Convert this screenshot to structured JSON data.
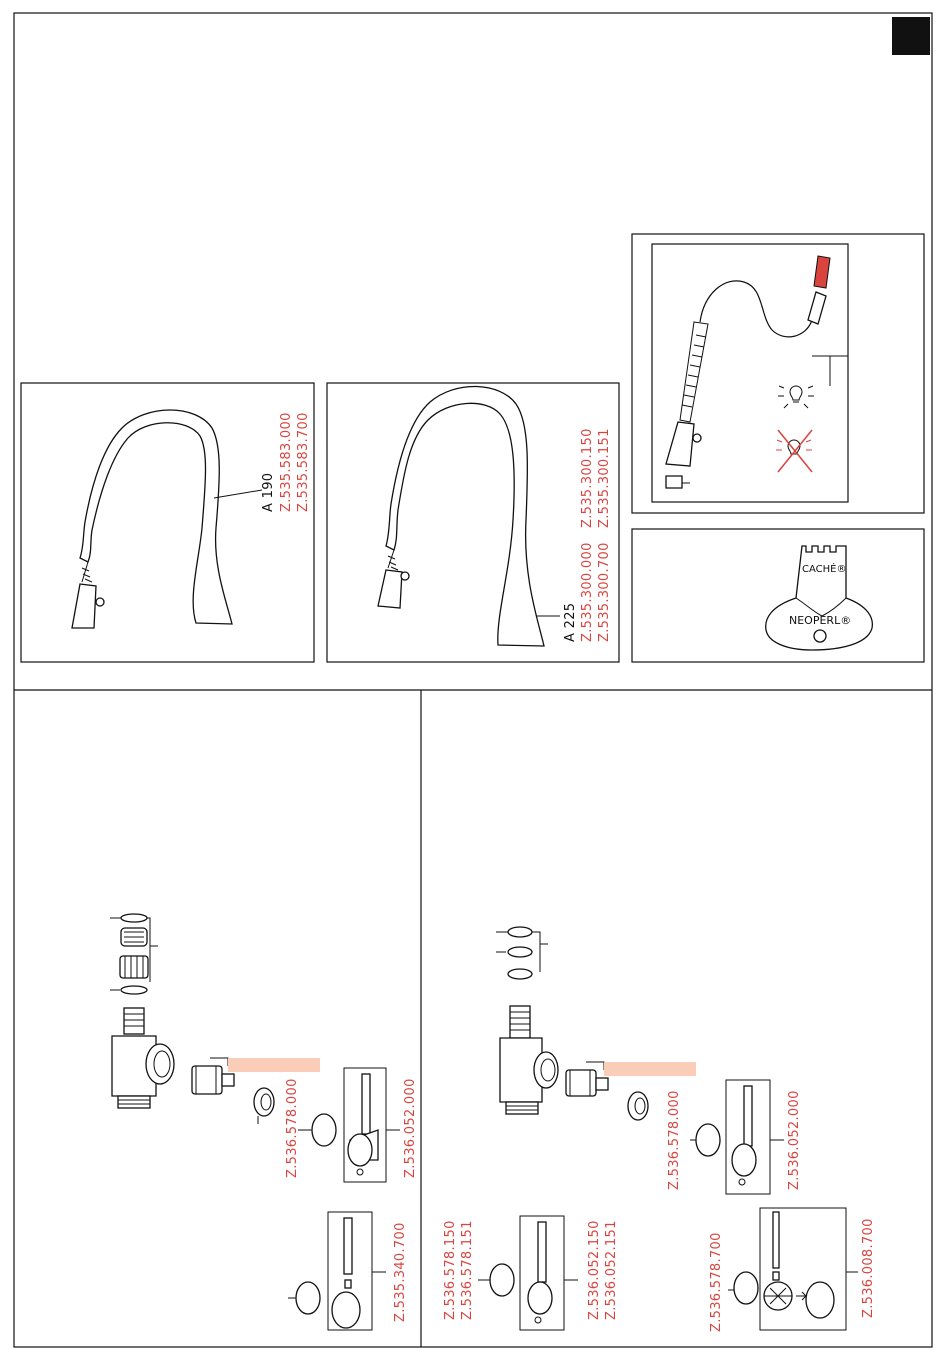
{
  "corner_tab": {
    "color": "#111111"
  },
  "spout_a190": {
    "model": "A 190",
    "codes": [
      "Z.535.583.000",
      "Z.535.583.700"
    ]
  },
  "spout_a225": {
    "model": "A 225",
    "codes_left": [
      "Z.535.300.000",
      "Z.535.300.700"
    ],
    "codes_right": [
      "Z.535.300.150",
      "Z.535.300.151"
    ]
  },
  "hose_panel": {
    "icons": [
      "light-bulb-icon",
      "light-bulb-crossed-icon"
    ],
    "accent_color": "#d9443f"
  },
  "aerator_key": {
    "top_text": "CACHÉ®",
    "bottom_text": "NEOPERL®"
  },
  "left_assembly": {
    "cartridge_code": "Z.536.578.000",
    "lever_code": "Z.536.052.000",
    "alt_handle_code": "Z.535.340.700",
    "highlight_color": "#f9cdb8"
  },
  "right_assembly": {
    "cartridge_code": "Z.536.578.000",
    "lever_code": "Z.536.052.000",
    "variant_a_cartridge_codes": [
      "Z.536.578.150",
      "Z.536.578.151"
    ],
    "variant_a_lever_codes": [
      "Z.536.052.150",
      "Z.536.052.151"
    ],
    "variant_b_cartridge_code": "Z.536.578.700",
    "variant_b_lever_code": "Z.536.008.700",
    "highlight_color": "#f9cdb8"
  },
  "colors": {
    "label_red": "#d9443f",
    "line": "#111111"
  }
}
